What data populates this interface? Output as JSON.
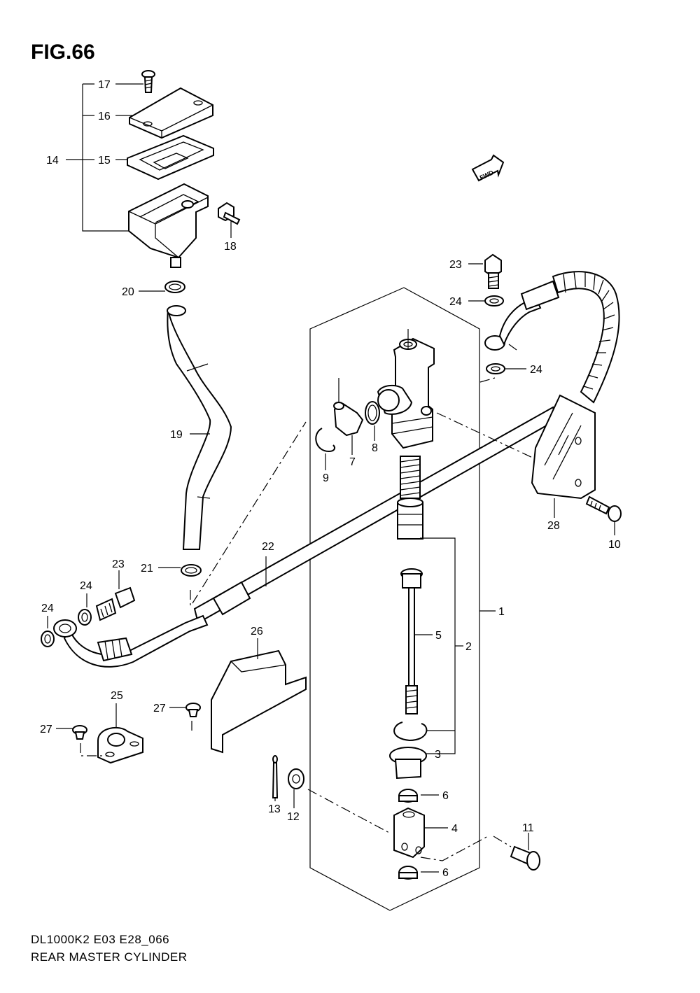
{
  "figure": {
    "title": "FIG.66"
  },
  "footer": {
    "model_code": "DL1000K2 E03 E28_066",
    "diagram_name": "REAR MASTER CYLINDER"
  },
  "fwd_label": "FWD",
  "callouts": [
    {
      "num": "1"
    },
    {
      "num": "2"
    },
    {
      "num": "3"
    },
    {
      "num": "4"
    },
    {
      "num": "5"
    },
    {
      "num": "6"
    },
    {
      "num": "6"
    },
    {
      "num": "7"
    },
    {
      "num": "8"
    },
    {
      "num": "9"
    },
    {
      "num": "10"
    },
    {
      "num": "11"
    },
    {
      "num": "12"
    },
    {
      "num": "13"
    },
    {
      "num": "14"
    },
    {
      "num": "15"
    },
    {
      "num": "16"
    },
    {
      "num": "17"
    },
    {
      "num": "18"
    },
    {
      "num": "19"
    },
    {
      "num": "20"
    },
    {
      "num": "21"
    },
    {
      "num": "22"
    },
    {
      "num": "23"
    },
    {
      "num": "23"
    },
    {
      "num": "24"
    },
    {
      "num": "24"
    },
    {
      "num": "24"
    },
    {
      "num": "24"
    },
    {
      "num": "25"
    },
    {
      "num": "26"
    },
    {
      "num": "27"
    },
    {
      "num": "27"
    },
    {
      "num": "28"
    }
  ]
}
